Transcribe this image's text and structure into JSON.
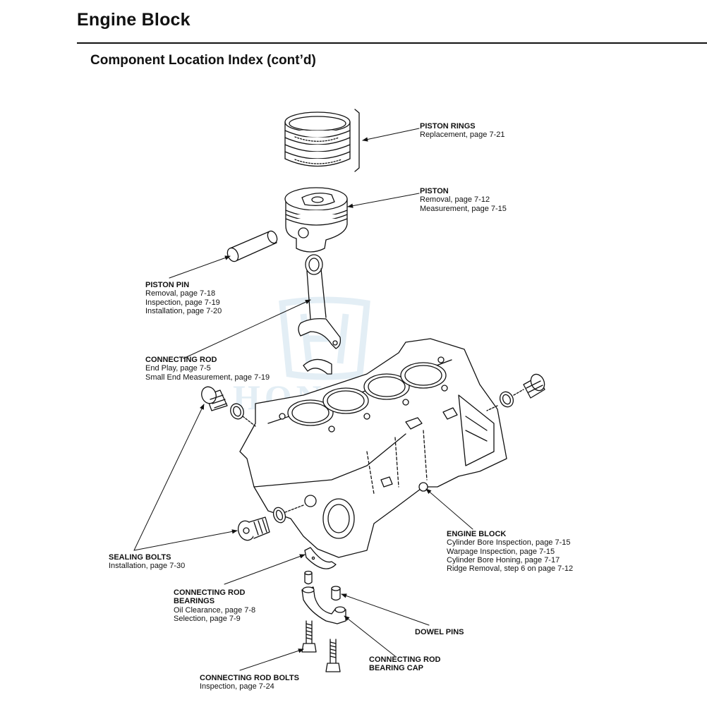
{
  "page": {
    "title": "Engine Block",
    "section": "Component Location Index (cont’d)"
  },
  "watermark": {
    "text": "HONDA",
    "color": "#9cc3dc",
    "icon": "honda-h-logo-icon"
  },
  "callouts": {
    "piston_rings": {
      "name": "PISTON RINGS",
      "refs": [
        "Replacement, page 7-21"
      ]
    },
    "piston": {
      "name": "PISTON",
      "refs": [
        "Removal, page 7-12",
        "Measurement, page 7-15"
      ]
    },
    "piston_pin": {
      "name": "PISTON PIN",
      "refs": [
        "Removal, page 7-18",
        "Inspection, page 7-19",
        "Installation, page 7-20"
      ]
    },
    "connecting_rod": {
      "name": "CONNECTING ROD",
      "refs": [
        "End Play, page 7-5",
        "Small End Measurement, page 7-19"
      ]
    },
    "engine_block": {
      "name": "ENGINE BLOCK",
      "refs": [
        "Cylinder Bore Inspection, page 7-15",
        "Warpage Inspection, page 7-15",
        "Cylinder Bore Honing, page 7-17",
        "Ridge Removal, step 6 on page 7-12"
      ]
    },
    "sealing_bolts": {
      "name": "SEALING BOLTS",
      "refs": [
        "Installation, page 7-30"
      ]
    },
    "connecting_rod_bearings": {
      "name_lines": [
        "CONNECTING ROD",
        "BEARINGS"
      ],
      "refs": [
        "Oil Clearance, page 7-8",
        "Selection, page 7-9"
      ]
    },
    "dowel_pins": {
      "name": "DOWEL PINS",
      "refs": []
    },
    "connecting_rod_bearing_cap": {
      "name_lines": [
        "CONNECTING ROD",
        "BEARING CAP"
      ],
      "refs": []
    },
    "connecting_rod_bolts": {
      "name": "CONNECTING ROD BOLTS",
      "refs": [
        "Inspection, page 7-24"
      ]
    }
  }
}
